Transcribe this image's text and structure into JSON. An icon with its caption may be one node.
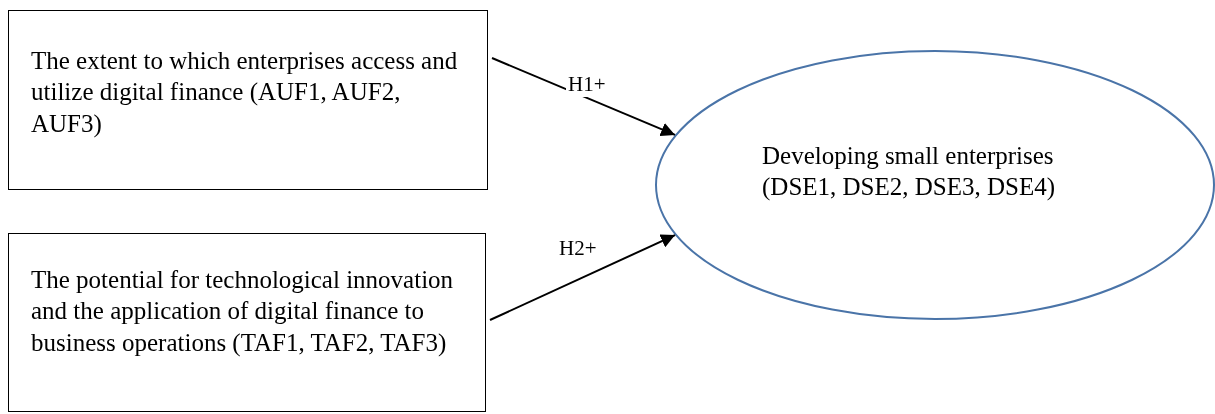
{
  "diagram": {
    "nodes": [
      {
        "text": [
          "The extent to which enterprises access and utilize digital finance (AUF1, AUF2, AUF3)"
        ]
      },
      {
        "text": [
          "The potential for technological innovation and the application of digital finance to business operations (TAF1, TAF2, TAF3)"
        ]
      },
      {
        "text": [
          "Developing small enterprises (DSE1, DSE2, DSE3, DSE4)"
        ]
      }
    ],
    "edges": [
      {
        "from": 0,
        "to": 2,
        "arrow": "to",
        "label": "H1+"
      },
      {
        "from": 1,
        "to": 2,
        "arrow": "to",
        "label": "H2+"
      }
    ]
  }
}
